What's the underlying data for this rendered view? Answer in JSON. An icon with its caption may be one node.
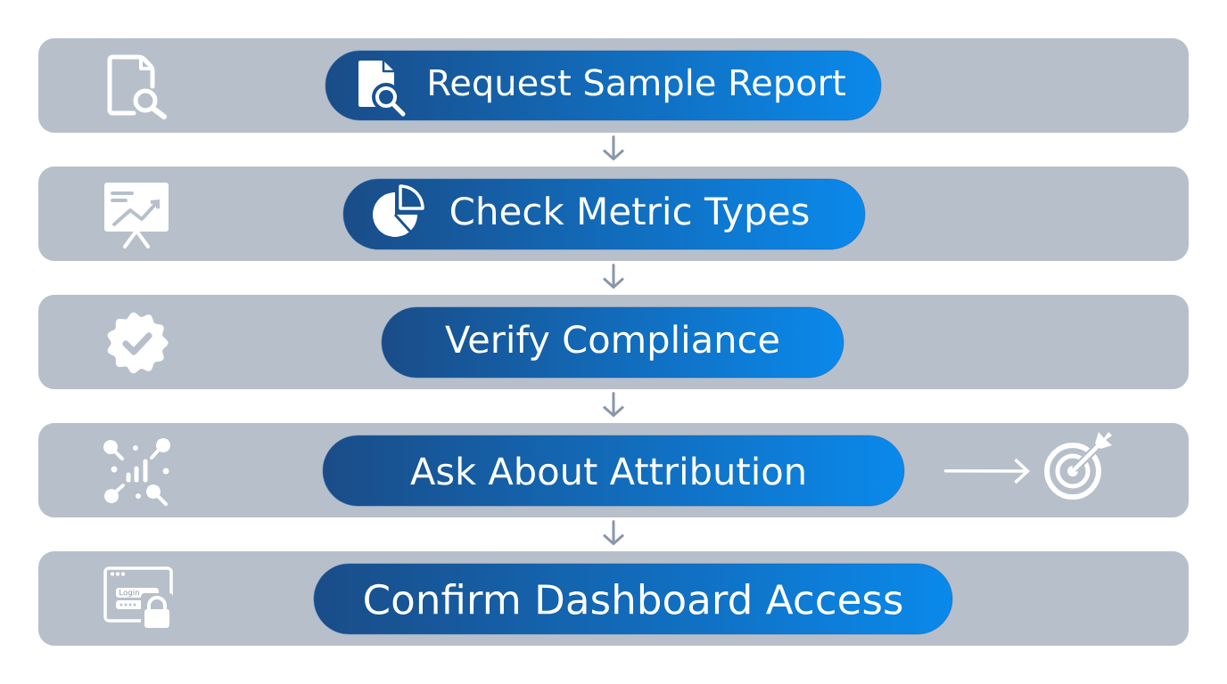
{
  "diagram": {
    "nodes": [
      {
        "text": [],
        "shape": "box"
      },
      {
        "text": [
          "Request Sample Report"
        ],
        "in": 0
      },
      {
        "text": [],
        "shape": "box"
      },
      {
        "text": [
          "Check Metric Types"
        ],
        "in": 2
      },
      {
        "text": [],
        "shape": "box"
      },
      {
        "text": [
          "Verify Compliance"
        ],
        "in": 4
      },
      {
        "text": [],
        "shape": "box"
      },
      {
        "text": [
          "Ask About Attribution"
        ],
        "in": 6
      },
      {
        "text": [],
        "shape": "picture",
        "in": 6
      },
      {
        "text": [],
        "shape": "box"
      },
      {
        "text": [
          "Confirm Dashboard Access"
        ],
        "in": 9
      }
    ],
    "edges": [
      {
        "from": 0,
        "to": 2,
        "arrow": "to"
      },
      {
        "from": 2,
        "to": 4,
        "arrow": "to"
      },
      {
        "from": 4,
        "to": 6,
        "arrow": "to"
      },
      {
        "from": 6,
        "to": 9,
        "arrow": "to"
      },
      {
        "from": 7,
        "to": 8,
        "arrow": "to",
        "color": "#ffffff"
      }
    ],
    "labels": [
      "Login"
    ]
  }
}
